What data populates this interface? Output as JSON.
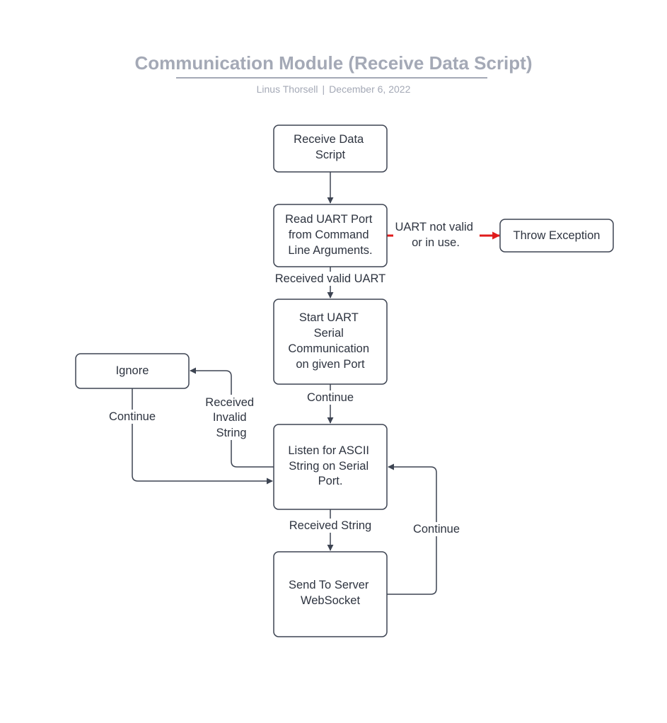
{
  "header": {
    "title": "Communication Module (Receive Data Script)",
    "author": "Linus Thorsell",
    "separator": "|",
    "date": "December 6, 2022"
  },
  "nodes": {
    "receive_script": {
      "lines": [
        "Receive Data",
        "Script"
      ]
    },
    "read_uart": {
      "lines": [
        "Read UART Port",
        "from Command",
        "Line Arguments."
      ]
    },
    "throw_exception": {
      "lines": [
        "Throw Exception"
      ]
    },
    "start_uart": {
      "lines": [
        "Start UART",
        "Serial",
        "Communication",
        "on given Port"
      ]
    },
    "ignore": {
      "lines": [
        "Ignore"
      ]
    },
    "listen": {
      "lines": [
        "Listen for ASCII",
        "String on Serial",
        "Port."
      ]
    },
    "send_server": {
      "lines": [
        "Send To Server",
        "WebSocket"
      ]
    }
  },
  "edges": {
    "uart_invalid": {
      "lines": [
        "UART not valid",
        "or in use."
      ],
      "color": "#e01b1b"
    },
    "received_valid": {
      "lines": [
        "Received valid UART"
      ]
    },
    "continue_start": {
      "lines": [
        "Continue"
      ]
    },
    "received_invalid": {
      "lines": [
        "Received",
        "Invalid",
        "String"
      ]
    },
    "continue_ignore": {
      "lines": [
        "Continue"
      ]
    },
    "received_string": {
      "lines": [
        "Received String"
      ]
    },
    "continue_send": {
      "lines": [
        "Continue"
      ]
    }
  },
  "colors": {
    "stroke": "#3d4452",
    "error": "#e01b1b",
    "header": "#a4a9b6"
  }
}
